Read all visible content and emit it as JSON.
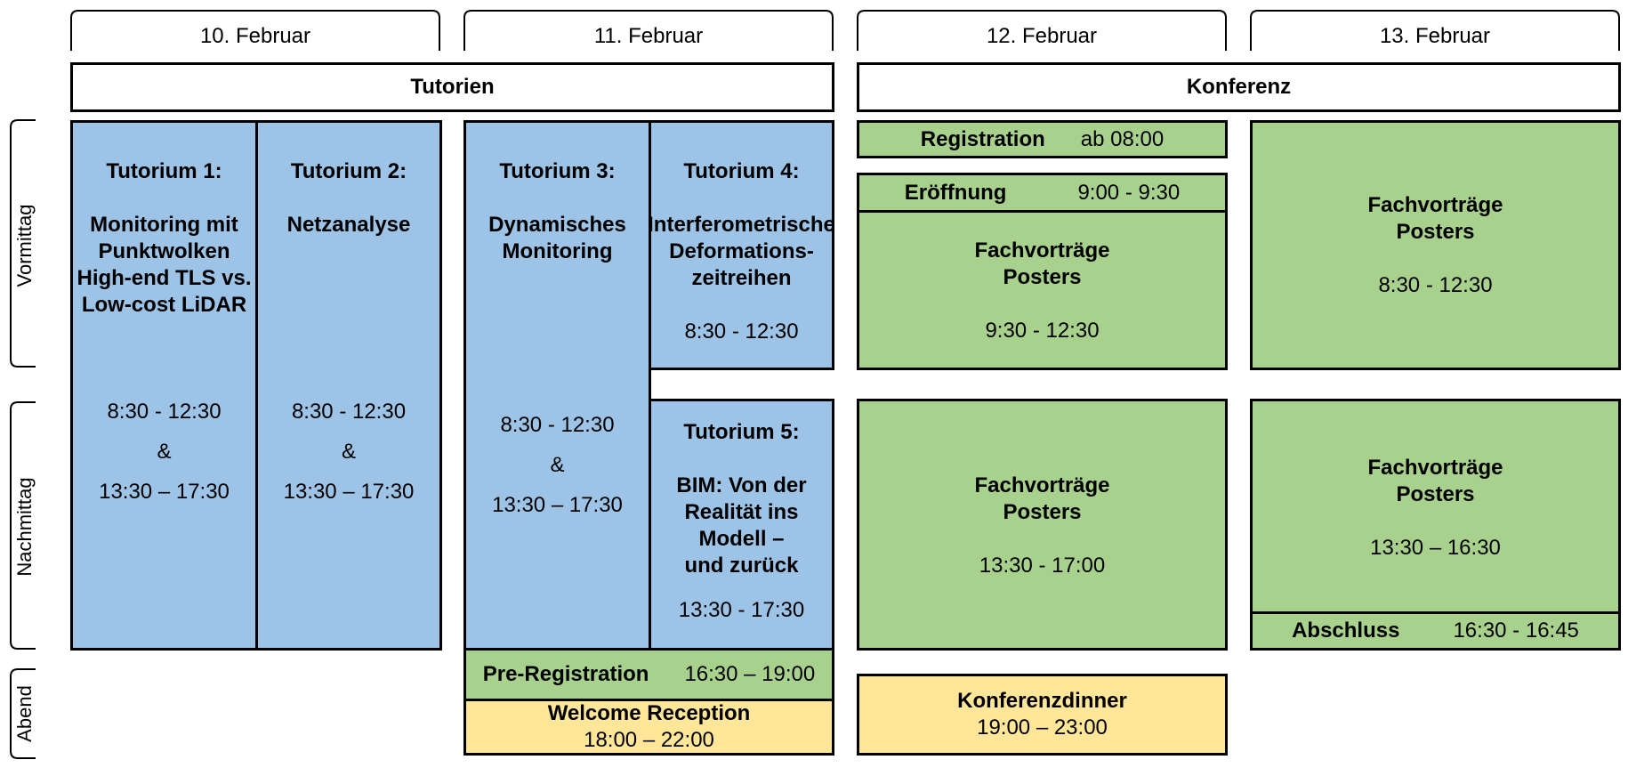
{
  "days": [
    "10. Februar",
    "11. Februar",
    "12. Februar",
    "13. Februar"
  ],
  "sections": {
    "tutorials": "Tutorien",
    "conference": "Konferenz"
  },
  "periods": {
    "morning": "Vormittag",
    "afternoon": "Nachmittag",
    "evening": "Abend"
  },
  "sessions": {
    "t1": {
      "title": "Tutorium 1:",
      "lines": [
        "Monitoring mit",
        "Punktwolken",
        "High-end TLS vs.",
        "Low-cost LiDAR"
      ],
      "time1": "8:30 - 12:30",
      "amp": "&",
      "time2": "13:30 – 17:30"
    },
    "t2": {
      "title": "Tutorium 2:",
      "lines": [
        "Netzanalyse"
      ],
      "time1": "8:30 - 12:30",
      "amp": "&",
      "time2": "13:30 – 17:30"
    },
    "t3": {
      "title": "Tutorium 3:",
      "lines": [
        "Dynamisches",
        "Monitoring"
      ],
      "time1": "8:30 - 12:30",
      "amp": "&",
      "time2": "13:30 – 17:30"
    },
    "t4": {
      "title": "Tutorium 4:",
      "lines": [
        "Interferometrische",
        "Deformations-",
        "zeitreihen"
      ],
      "time": "8:30 - 12:30"
    },
    "t5": {
      "title": "Tutorium 5:",
      "lines": [
        "BIM: Von der",
        "Realität ins",
        "Modell –",
        "und zurück"
      ],
      "time": "13:30 - 17:30"
    },
    "preReg": {
      "label": "Pre-Registration",
      "time": "16:30 – 19:00"
    },
    "welcome": {
      "label": "Welcome Reception",
      "time": "18:00 – 22:00"
    },
    "registration": {
      "label": "Registration",
      "time": "ab 08:00"
    },
    "opening": {
      "label": "Eröffnung",
      "time": "9:00 - 9:30"
    },
    "d12am": {
      "line1": "Fachvorträge",
      "line2": "Posters",
      "time": "9:30 - 12:30"
    },
    "d12pm": {
      "line1": "Fachvorträge",
      "line2": "Posters",
      "time": "13:30 - 17:00"
    },
    "dinner": {
      "label": "Konferenzdinner",
      "time": "19:00 – 23:00"
    },
    "d13am": {
      "line1": "Fachvorträge",
      "line2": "Posters",
      "time": "8:30 - 12:30"
    },
    "d13pm": {
      "line1": "Fachvorträge",
      "line2": "Posters",
      "time": "13:30 – 16:30"
    },
    "closing": {
      "label": "Abschluss",
      "time": "16:30 - 16:45"
    }
  }
}
